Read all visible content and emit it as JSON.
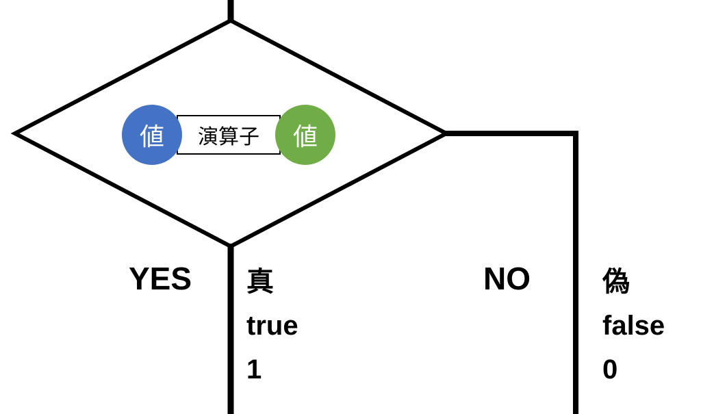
{
  "colors": {
    "blue": "#4472C4",
    "green": "#70AD47",
    "line": "#000000"
  },
  "diagram": {
    "condition": {
      "left_operand": "値",
      "operator": "演算子",
      "right_operand": "値"
    },
    "branch_yes": {
      "label": "YES",
      "values": "真\ntrue\n1"
    },
    "branch_no": {
      "label": "NO",
      "values": "偽\nfalse\n0"
    }
  }
}
